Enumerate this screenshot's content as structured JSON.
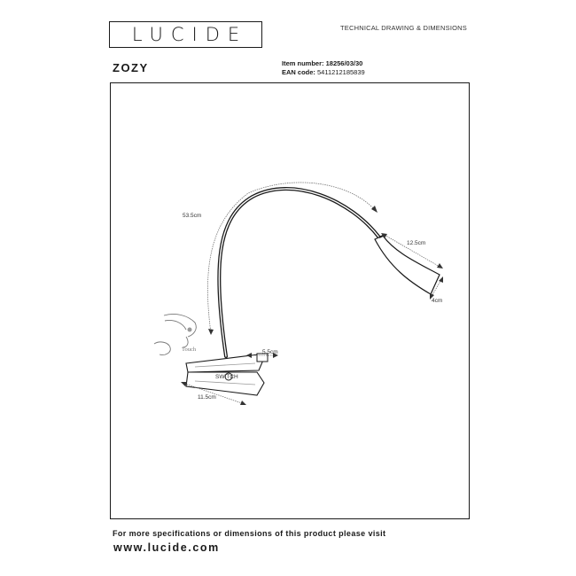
{
  "brand": {
    "logo_text": "LUCIDE"
  },
  "header": {
    "doc_type": "TECHNICAL DRAWING & DIMENSIONS"
  },
  "product": {
    "name": "ZOZY",
    "item_number_label": "Item number:",
    "item_number": "18256/03/30",
    "ean_label": "EAN code:",
    "ean": "5411212185839"
  },
  "drawing": {
    "dimensions": {
      "arm_length": "53.5cm",
      "head_length": "12.5cm",
      "head_diameter": "4cm",
      "clip_height": "5.5cm",
      "clip_length": "11.5cm"
    },
    "touch_label": "Touch",
    "switch_label": "SWITCH"
  },
  "footer": {
    "line1": "For more specifications or dimensions of this product please visit",
    "website": "www.lucide.com"
  }
}
